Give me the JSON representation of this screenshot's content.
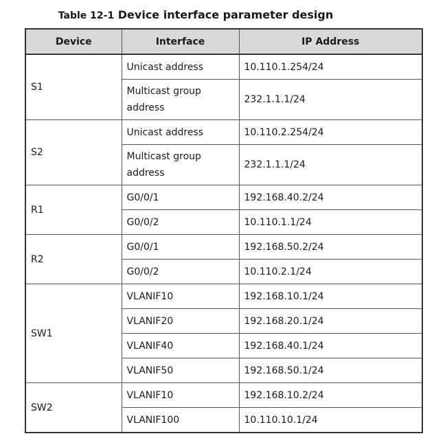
{
  "caption": {
    "number": "Table 12-1",
    "title": "Device interface parameter design"
  },
  "headers": [
    "Device",
    "Interface",
    "IP Address"
  ],
  "groups": [
    {
      "device": "S1",
      "rows": [
        {
          "interface": "Unicast address",
          "ip": "10.110.1.254/24"
        },
        {
          "interface": "Multicast group address",
          "ip": "232.1.1.1/24"
        }
      ]
    },
    {
      "device": "S2",
      "rows": [
        {
          "interface": "Unicast address",
          "ip": "10.110.2.254/24"
        },
        {
          "interface": "Multicast group address",
          "ip": "232.1.1.1/24"
        }
      ]
    },
    {
      "device": "R1",
      "rows": [
        {
          "interface": "G0/0/1",
          "ip": "192.168.40.2/24"
        },
        {
          "interface": "G0/0/2",
          "ip": "10.110.1.1/24"
        }
      ]
    },
    {
      "device": "R2",
      "rows": [
        {
          "interface": "G0/0/1",
          "ip": "192.168.50.2/24"
        },
        {
          "interface": "G0/0/2",
          "ip": "10.110.2.1/24"
        }
      ]
    },
    {
      "device": "SW1",
      "rows": [
        {
          "interface": "VLANIF10",
          "ip": "192.168.10.1/24"
        },
        {
          "interface": "VLANIF20",
          "ip": "192.168.20.1/24"
        },
        {
          "interface": "VLANIF40",
          "ip": "192.168.40.1/24"
        },
        {
          "interface": "VLANIF50",
          "ip": "192.168.50.1/24"
        }
      ]
    },
    {
      "device": "SW2",
      "rows": [
        {
          "interface": "VLANIF10",
          "ip": "192.168.10.2/24"
        },
        {
          "interface": "VLANIF100",
          "ip": "10.110.10.1/24"
        }
      ]
    }
  ]
}
